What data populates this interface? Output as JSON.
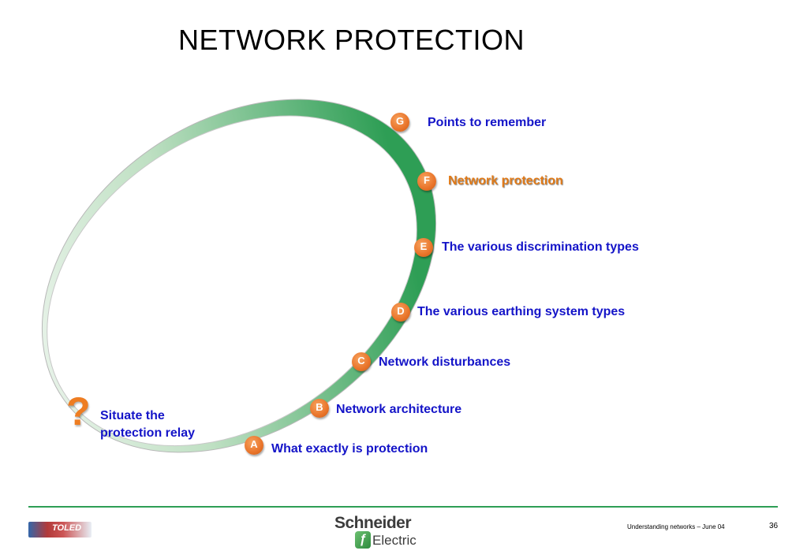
{
  "title": "NETWORK PROTECTION",
  "items": [
    {
      "letter": "G",
      "label": "Points to remember"
    },
    {
      "letter": "F",
      "label": "Network protection"
    },
    {
      "letter": "E",
      "label": "The various discrimination types"
    },
    {
      "letter": "D",
      "label": "The various earthing system types"
    },
    {
      "letter": "C",
      "label": "Network disturbances"
    },
    {
      "letter": "B",
      "label": "Network architecture"
    },
    {
      "letter": "A",
      "label": "What exactly is protection"
    }
  ],
  "start": {
    "symbol": "?",
    "line1": "Situate the",
    "line2": "protection relay"
  },
  "footer": {
    "caption": "Understanding networks – June 04",
    "page": "36",
    "left_logo": "TOLED",
    "brand_line1": "Schneider",
    "brand_line2": "Electric"
  },
  "colors": {
    "ring": "#2e9e55",
    "badge": "#e9742a",
    "link": "#1414c8",
    "active": "#e07a18"
  }
}
